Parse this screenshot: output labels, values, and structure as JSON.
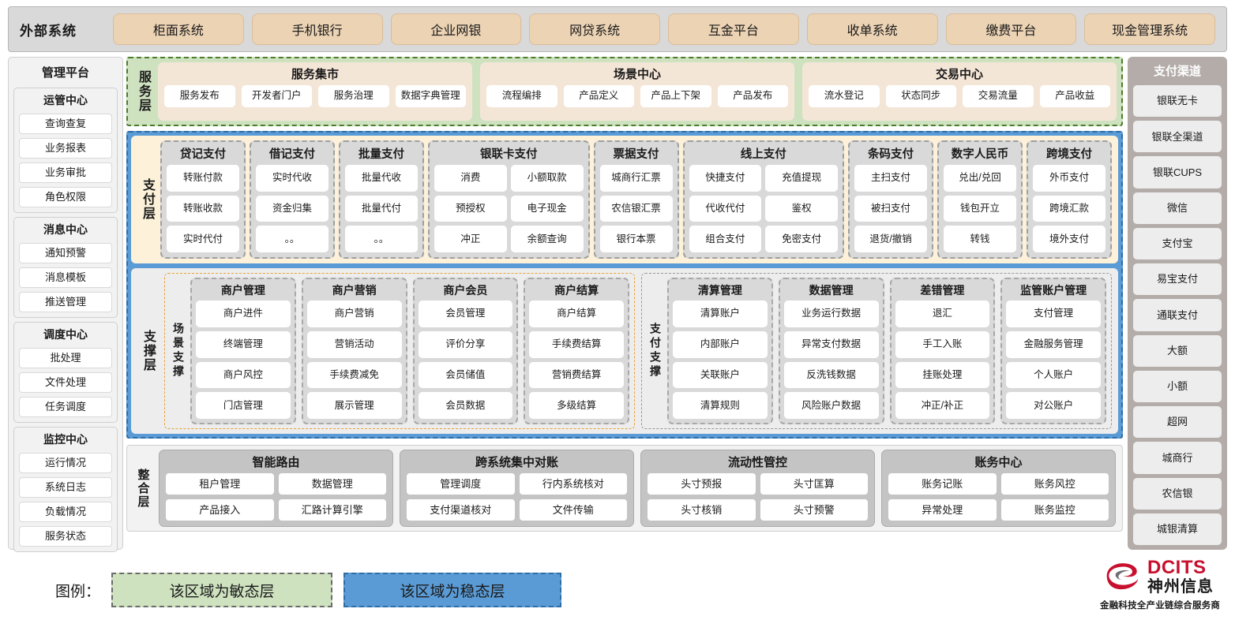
{
  "external": {
    "title": "外部系统",
    "items": [
      "柜面系统",
      "手机银行",
      "企业网银",
      "网贷系统",
      "互金平台",
      "收单系统",
      "缴费平台",
      "现金管理系统"
    ]
  },
  "management": {
    "title": "管理平台",
    "groups": [
      {
        "title": "运管中心",
        "items": [
          "查询查复",
          "业务报表",
          "业务审批",
          "角色权限"
        ]
      },
      {
        "title": "消息中心",
        "items": [
          "通知预警",
          "消息模板",
          "推送管理"
        ]
      },
      {
        "title": "调度中心",
        "items": [
          "批处理",
          "文件处理",
          "任务调度"
        ]
      },
      {
        "title": "监控中心",
        "items": [
          "运行情况",
          "系统日志",
          "负载情况",
          "服务状态"
        ]
      }
    ]
  },
  "service_layer": {
    "label": "服务层",
    "boxes": [
      {
        "title": "服务集市",
        "items": [
          "服务发布",
          "开发者门户",
          "服务治理",
          "数据字典管理"
        ]
      },
      {
        "title": "场景中心",
        "items": [
          "流程编排",
          "产品定义",
          "产品上下架",
          "产品发布"
        ]
      },
      {
        "title": "交易中心",
        "items": [
          "流水登记",
          "状态同步",
          "交易流量",
          "产品收益"
        ]
      }
    ]
  },
  "payment_layer": {
    "label": "支付层",
    "columns": [
      {
        "title": "贷记支付",
        "cols": 1,
        "items": [
          "转账付款",
          "转账收款",
          "实时代付"
        ]
      },
      {
        "title": "借记支付",
        "cols": 1,
        "items": [
          "实时代收",
          "资金归集",
          "。。"
        ]
      },
      {
        "title": "批量支付",
        "cols": 1,
        "items": [
          "批量代收",
          "批量代付",
          "。。"
        ]
      },
      {
        "title": "银联卡支付",
        "cols": 2,
        "items": [
          "消费",
          "小额取款",
          "预授权",
          "电子现金",
          "冲正",
          "余额查询"
        ]
      },
      {
        "title": "票据支付",
        "cols": 1,
        "items": [
          "城商行汇票",
          "农信银汇票",
          "银行本票"
        ]
      },
      {
        "title": "线上支付",
        "cols": 2,
        "items": [
          "快捷支付",
          "充值提现",
          "代收代付",
          "鉴权",
          "组合支付",
          "免密支付"
        ]
      },
      {
        "title": "条码支付",
        "cols": 1,
        "items": [
          "主扫支付",
          "被扫支付",
          "退货/撤销"
        ]
      },
      {
        "title": "数字人民币",
        "cols": 1,
        "items": [
          "兑出/兑回",
          "钱包开立",
          "转钱"
        ]
      },
      {
        "title": "跨境支付",
        "cols": 1,
        "items": [
          "外币支付",
          "跨境汇款",
          "境外支付"
        ]
      }
    ]
  },
  "support_layer": {
    "label": "支撑层",
    "halves": [
      {
        "inner_label": "场景支撑",
        "columns": [
          {
            "title": "商户管理",
            "items": [
              "商户进件",
              "终端管理",
              "商户风控",
              "门店管理"
            ]
          },
          {
            "title": "商户营销",
            "items": [
              "商户营销",
              "营销活动",
              "手续费减免",
              "展示管理"
            ]
          },
          {
            "title": "商户会员",
            "items": [
              "会员管理",
              "评价分享",
              "会员储值",
              "会员数据"
            ]
          },
          {
            "title": "商户结算",
            "items": [
              "商户结算",
              "手续费结算",
              "营销费结算",
              "多级结算"
            ]
          }
        ]
      },
      {
        "inner_label": "支付支撑",
        "columns": [
          {
            "title": "清算管理",
            "items": [
              "清算账户",
              "内部账户",
              "关联账户",
              "清算规则"
            ]
          },
          {
            "title": "数据管理",
            "items": [
              "业务运行数据",
              "异常支付数据",
              "反洗钱数据",
              "风险账户数据"
            ]
          },
          {
            "title": "差错管理",
            "items": [
              "退汇",
              "手工入账",
              "挂账处理",
              "冲正/补正"
            ]
          },
          {
            "title": "监管账户管理",
            "items": [
              "支付管理",
              "金融服务管理",
              "个人账户",
              "对公账户"
            ]
          }
        ]
      }
    ]
  },
  "integration_layer": {
    "label": "整合层",
    "columns": [
      {
        "title": "智能路由",
        "items": [
          "租户管理",
          "数据管理",
          "产品接入",
          "汇路计算引擎"
        ]
      },
      {
        "title": "跨系统集中对账",
        "items": [
          "管理调度",
          "行内系统核对",
          "支付渠道核对",
          "文件传输"
        ]
      },
      {
        "title": "流动性管控",
        "items": [
          "头寸预报",
          "头寸匡算",
          "头寸核销",
          "头寸预警"
        ]
      },
      {
        "title": "账务中心",
        "items": [
          "账务记账",
          "账务风控",
          "异常处理",
          "账务监控"
        ]
      }
    ]
  },
  "channels": {
    "title": "支付渠道",
    "items": [
      "银联无卡",
      "银联全渠道",
      "银联CUPS",
      "微信",
      "支付宝",
      "易宝支付",
      "通联支付",
      "大额",
      "小额",
      "超网",
      "城商行",
      "农信银",
      "城银清算"
    ]
  },
  "legend": {
    "label": "图例：",
    "agile": "该区域为敏态层",
    "stable": "该区域为稳态层"
  },
  "logo": {
    "en": "DCITS",
    "cn": "神州信息",
    "tagline": "金融科技全产业链综合服务商"
  },
  "colors": {
    "agile_green": "#cfe2c0",
    "stable_blue": "#5b9bd5",
    "external_chip": "#ecd3b4",
    "payment_band": "#fdf2d9",
    "brand_red": "#c8102e"
  }
}
